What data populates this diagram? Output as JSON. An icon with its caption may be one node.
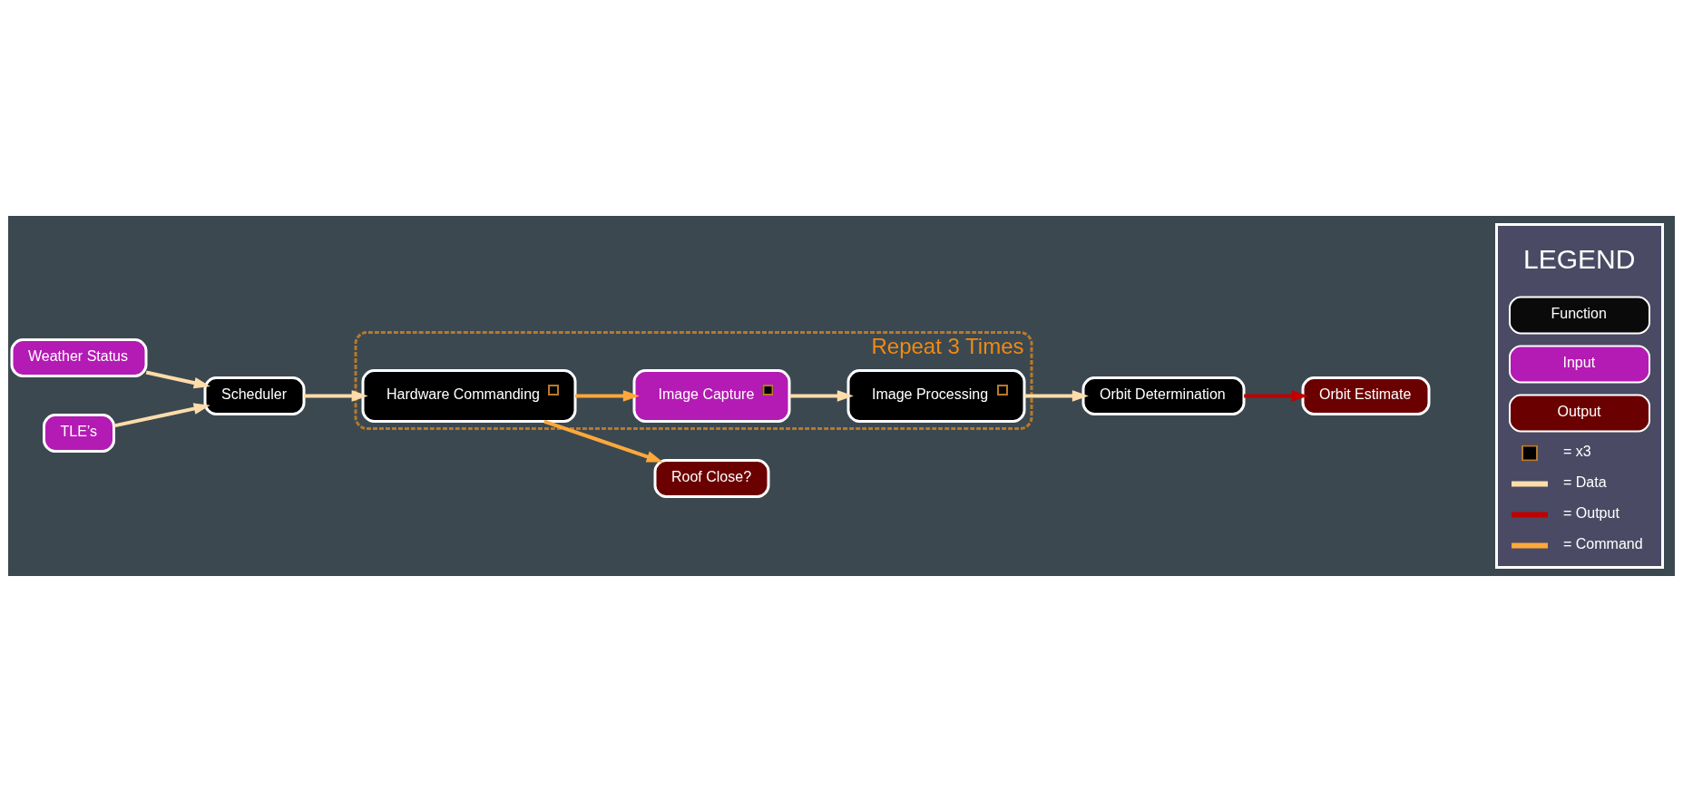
{
  "diagram": {
    "nodes": [
      {
        "text": [
          "Repeat 3 Times"
        ]
      },
      {
        "text": [
          "Image Capture"
        ],
        "in": 0
      },
      {
        "text": [
          "Image Processing"
        ],
        "in": 0
      },
      {
        "text": [
          "Hardware Commanding"
        ],
        "in": 0
      },
      {
        "text": [
          "Orbit Determination"
        ]
      },
      {
        "text": [
          "Roof Close?"
        ]
      },
      {
        "text": [
          "Weather Status"
        ]
      },
      {
        "text": [
          "Scheduler"
        ]
      },
      {
        "text": [
          "TLE’s"
        ]
      },
      {
        "text": [
          "Orbit Estimate"
        ]
      }
    ],
    "edges": [
      {
        "from": 1,
        "to": 2,
        "arrow": "to"
      },
      {
        "from": 2,
        "to": 4,
        "arrow": "to"
      },
      {
        "from": 4,
        "to": 9,
        "arrow": "to",
        "color": "#c00000"
      },
      {
        "from": 3,
        "to": 1,
        "arrow": "to",
        "color": "#ffa83a"
      },
      {
        "from": 3,
        "to": 5,
        "arrow": "to",
        "color": "#ffa83a"
      },
      {
        "from": 6,
        "to": 7,
        "arrow": "to"
      },
      {
        "from": 8,
        "to": 7,
        "arrow": "to"
      },
      {
        "from": 7,
        "to": 3,
        "arrow": "to"
      }
    ],
    "labels": [
      "LEGEND"
    ],
    "legend": [
      {
        "text": "Function",
        "color": "#0a0a0a"
      },
      {
        "text": "Input",
        "color": "#b41ab4"
      },
      {
        "text": "Output",
        "color": "#6b0000"
      },
      {
        "text": "= x3"
      },
      {
        "text": "= Data"
      },
      {
        "text": "= Output"
      },
      {
        "text": "= Command"
      }
    ]
  }
}
